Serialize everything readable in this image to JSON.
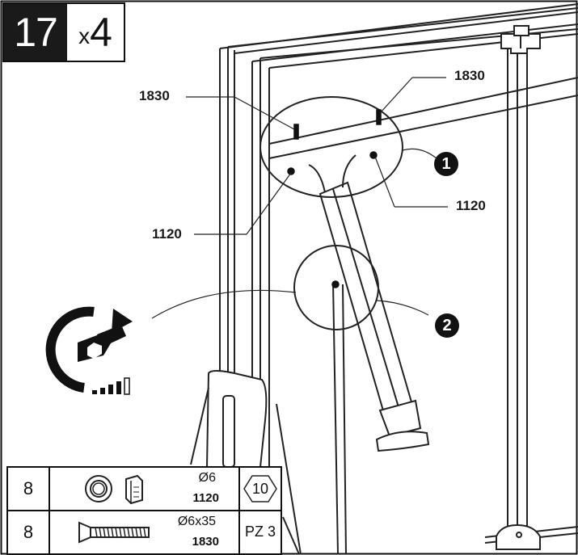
{
  "step": {
    "number": "17",
    "times_symbol": "x",
    "times_count": "4"
  },
  "callouts": {
    "top_left": "1830",
    "top_right": "1830",
    "mid_right": "1120",
    "mid_left": "1120"
  },
  "markers": {
    "first": "1",
    "second": "2"
  },
  "parts": [
    {
      "qty": "8",
      "icon": "hex-nut-and-washer-icon",
      "spec": "Ø6",
      "code": "1120",
      "tool": "10",
      "tool_icon": "hex-wrench-size-icon"
    },
    {
      "qty": "8",
      "icon": "countersunk-bolt-icon",
      "spec": "Ø6x35",
      "code": "1830",
      "tool": "PZ 3",
      "tool_icon": ""
    }
  ],
  "torque_icon": "torque-wrench-tighten-icon"
}
